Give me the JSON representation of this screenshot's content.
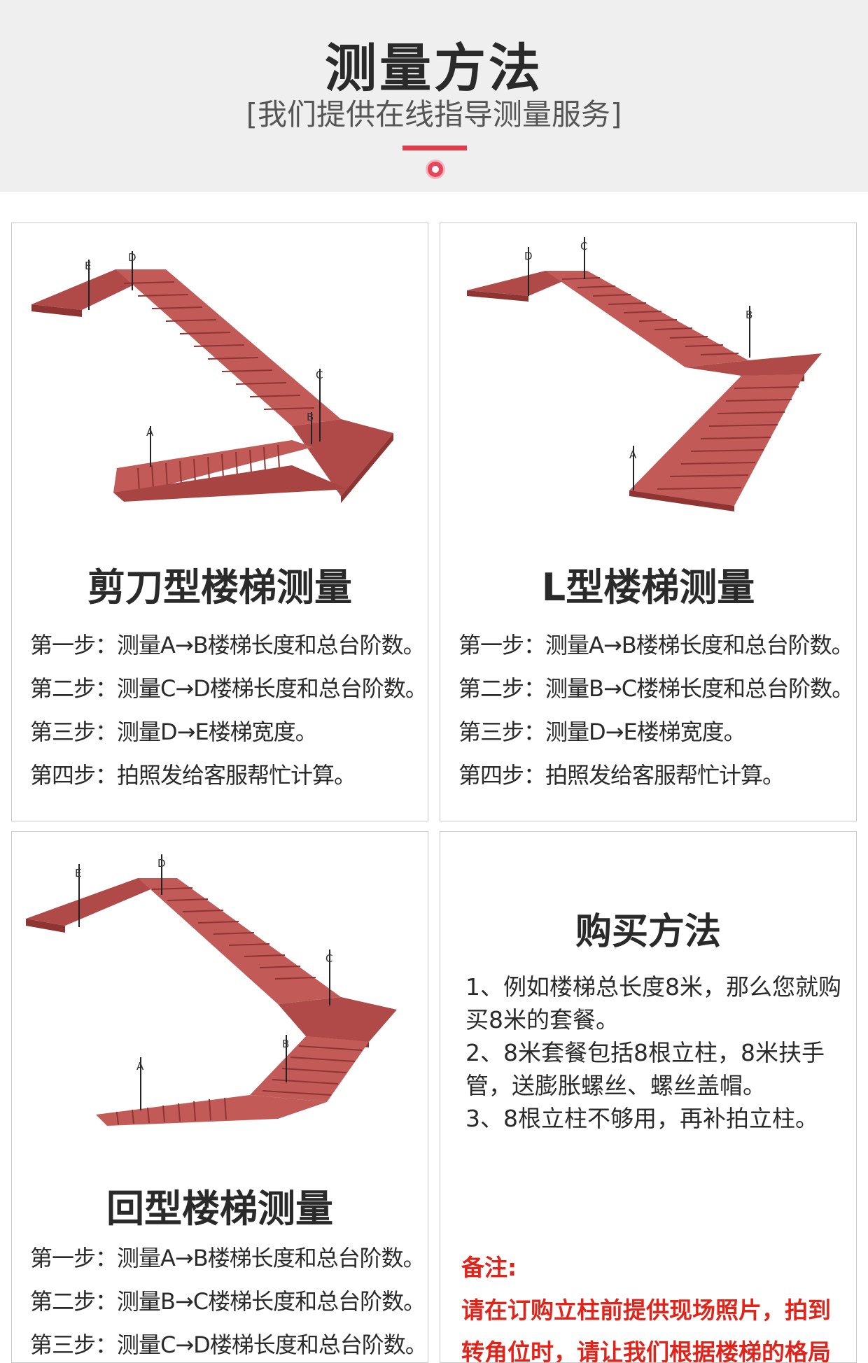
{
  "header": {
    "title": "测量方法",
    "subtitle": "[我们提供在线指导测量服务]",
    "accent_color": "#e03c4b"
  },
  "cards": [
    {
      "title": "剪刀型楼梯测量",
      "points": [
        "A",
        "B",
        "C",
        "D",
        "E"
      ],
      "steps": [
        "第一步：测量A→B楼梯长度和总台阶数。",
        "第二步：测量C→D楼梯长度和总台阶数。",
        "第三步：测量D→E楼梯宽度。",
        "第四步：拍照发给客服帮忙计算。"
      ]
    },
    {
      "title": "L型楼梯测量",
      "points": [
        "A",
        "B",
        "C",
        "D"
      ],
      "steps": [
        "第一步：测量A→B楼梯长度和总台阶数。",
        "第二步：测量B→C楼梯长度和总台阶数。",
        "第三步：测量D→E楼梯宽度。",
        "第四步：拍照发给客服帮忙计算。"
      ]
    },
    {
      "title": "回型楼梯测量",
      "points": [
        "A",
        "B",
        "C",
        "D",
        "E"
      ],
      "steps": [
        "第一步：测量A→B楼梯长度和总台阶数。",
        "第二步：测量B→C楼梯长度和总台阶数。",
        "第三步：测量C→D楼梯长度和总台阶数。"
      ]
    }
  ],
  "buy": {
    "title": "购买方法",
    "items": [
      "1、例如楼梯总长度8米，那么您就购买8米的套餐。",
      "2、8米套餐包括8根立柱，8米扶手管，送膨胀螺丝、螺丝盖帽。",
      "3、8根立柱不够用，再补拍立柱。"
    ],
    "note_label": "备注:",
    "note_text": "请在订购立柱前提供现场照片，拍到转角位时，请让我们根据楼梯的格局来告",
    "note_color": "#e2231a"
  },
  "colors": {
    "stair_top": "#b04a49",
    "stair_side": "#8e3433",
    "stair_face": "#c25a58"
  }
}
